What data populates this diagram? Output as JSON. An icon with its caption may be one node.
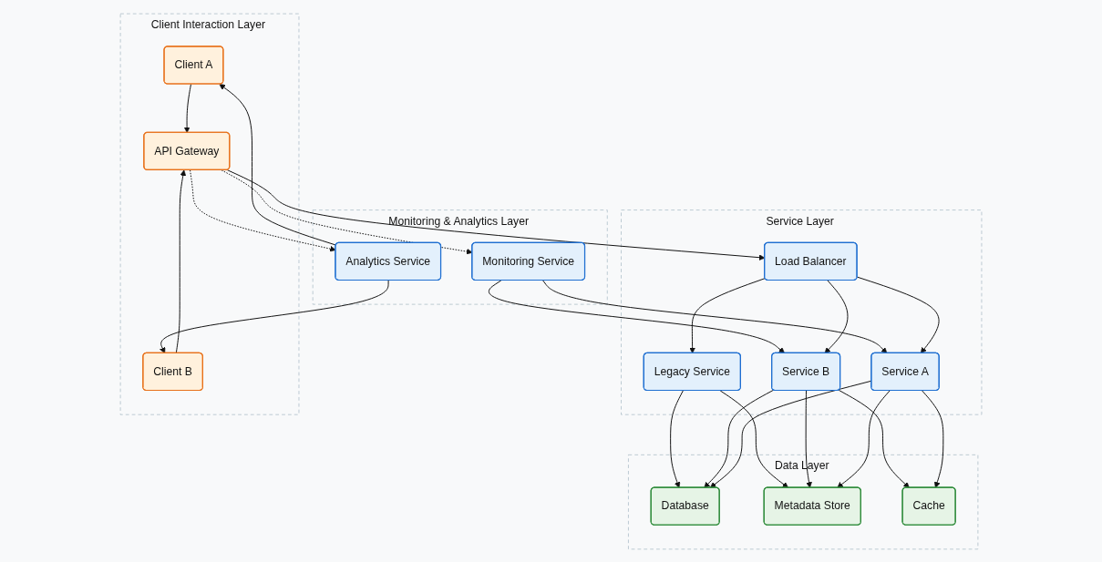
{
  "diagram": {
    "nodes": [
      {
        "text": [
          "Service Layer"
        ]
      },
      {
        "text": [
          "Legacy Service"
        ],
        "in": 0
      },
      {
        "text": [
          "Service B"
        ],
        "in": 0
      },
      {
        "text": [
          "Load Balancer"
        ],
        "in": 0
      },
      {
        "text": [
          "Service A"
        ],
        "in": 0
      },
      {
        "text": [
          "Data Layer"
        ]
      },
      {
        "text": [
          "Database"
        ],
        "in": 5
      },
      {
        "text": [
          "Metadata Store"
        ],
        "in": 5
      },
      {
        "text": [
          "Cache"
        ],
        "in": 5
      },
      {
        "text": [
          "Client Interaction Layer"
        ]
      },
      {
        "text": [
          "Client A"
        ],
        "in": 9
      },
      {
        "text": [
          "API Gateway"
        ],
        "in": 9
      },
      {
        "text": [
          "Client B"
        ],
        "in": 9
      },
      {
        "text": [
          "Monitoring & Analytics Layer"
        ]
      },
      {
        "text": [
          "Monitoring Service"
        ],
        "in": 13
      },
      {
        "text": [
          "Analytics Service"
        ],
        "in": 13
      }
    ],
    "edges": [
      {
        "from": 10,
        "to": 11,
        "arrow": "to"
      },
      {
        "from": 12,
        "to": 11,
        "arrow": "to"
      },
      {
        "from": 11,
        "to": 3,
        "arrow": "to"
      },
      {
        "from": 11,
        "to": 14,
        "arrow": "to",
        "style": "dashed"
      },
      {
        "from": 11,
        "to": 15,
        "arrow": "to",
        "style": "dashed"
      },
      {
        "from": 15,
        "to": 10,
        "arrow": "to"
      },
      {
        "from": 15,
        "to": 12,
        "arrow": "to"
      },
      {
        "from": 14,
        "to": 2,
        "arrow": "to"
      },
      {
        "from": 14,
        "to": 4,
        "arrow": "to"
      },
      {
        "from": 3,
        "to": 1,
        "arrow": "to"
      },
      {
        "from": 3,
        "to": 2,
        "arrow": "to"
      },
      {
        "from": 3,
        "to": 4,
        "arrow": "to"
      },
      {
        "from": 1,
        "to": 6,
        "arrow": "to"
      },
      {
        "from": 1,
        "to": 7,
        "arrow": "to"
      },
      {
        "from": 2,
        "to": 6,
        "arrow": "to"
      },
      {
        "from": 2,
        "to": 7,
        "arrow": "to"
      },
      {
        "from": 2,
        "to": 8,
        "arrow": "to"
      },
      {
        "from": 4,
        "to": 6,
        "arrow": "to"
      },
      {
        "from": 4,
        "to": 7,
        "arrow": "to"
      },
      {
        "from": 4,
        "to": 8,
        "arrow": "to"
      }
    ]
  }
}
